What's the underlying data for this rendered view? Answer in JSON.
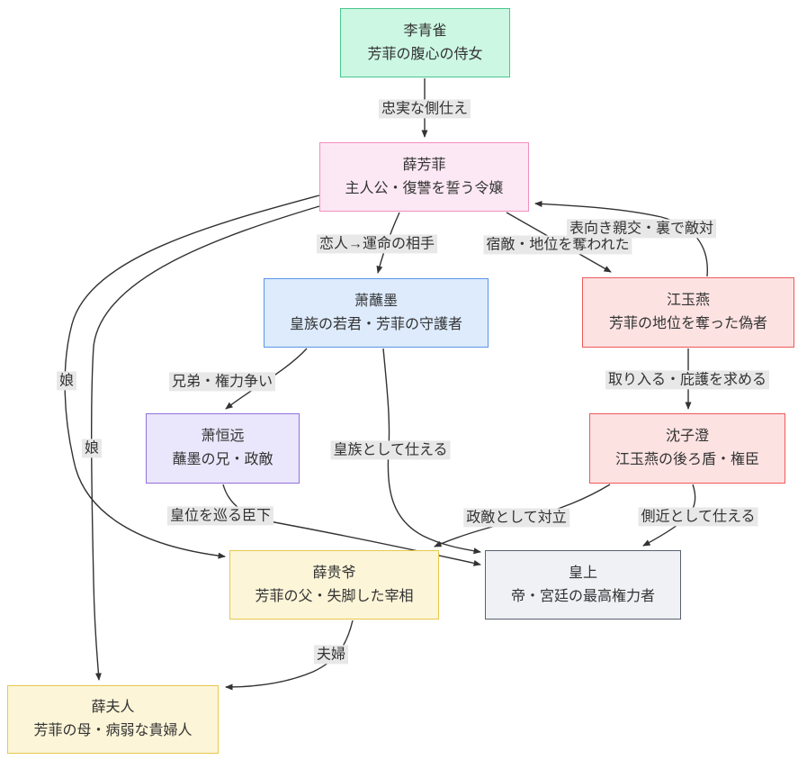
{
  "diagram": {
    "background": "#ffffff",
    "edge_color": "#333333",
    "edge_label_bg": "#e8e8e8",
    "text_color": "#333333",
    "nodes": [
      {
        "id": "li-qingque",
        "name": "李青雀",
        "description": "芳菲の腹心の侍女",
        "fill": "#ccf7e3",
        "border": "#48c78e"
      },
      {
        "id": "xue-fangfei",
        "name": "薛芳菲",
        "description": "主人公・復讐を誓う令嬢",
        "fill": "#fce8f4",
        "border": "#f090c0"
      },
      {
        "id": "xiao-zhanmo",
        "name": "萧蘸墨",
        "description": "皇族の若君・芳菲の守護者",
        "fill": "#ddebfd",
        "border": "#5996e8"
      },
      {
        "id": "jiang-yuyan",
        "name": "江玉燕",
        "description": "芳菲の地位を奪った偽者",
        "fill": "#fde2e2",
        "border": "#ef5959"
      },
      {
        "id": "xiao-hengyuan",
        "name": "萧恒远",
        "description": "蘸墨の兄・政敵",
        "fill": "#eae6fb",
        "border": "#9370db"
      },
      {
        "id": "shen-zicheng",
        "name": "沈子澄",
        "description": "江玉燕の後ろ盾・権臣",
        "fill": "#fde2e2",
        "border": "#ef5959"
      },
      {
        "id": "xue-guiye",
        "name": "薛贵爷",
        "description": "芳菲の父・失脚した宰相",
        "fill": "#fcf5d8",
        "border": "#e7c94c"
      },
      {
        "id": "huang-shang",
        "name": "皇上",
        "description": "帝・宮廷の最高権力者",
        "fill": "#eff1f4",
        "border": "#5a6170"
      },
      {
        "id": "xue-furen",
        "name": "薛夫人",
        "description": "芳菲の母・病弱な貴婦人",
        "fill": "#fcf5d8",
        "border": "#e7c94c"
      }
    ],
    "edges": [
      {
        "from": "李青雀",
        "to": "薛芳菲",
        "label": "忠実な側仕え"
      },
      {
        "from": "薛芳菲",
        "to": "萧蘸墨",
        "label": "恋人→運命の相手"
      },
      {
        "from": "薛芳菲",
        "to": "江玉燕",
        "label": "宿敵・地位を奪われた"
      },
      {
        "from": "江玉燕",
        "to": "薛芳菲",
        "label": "表向き親交・裏で敵対"
      },
      {
        "from": "萧蘸墨",
        "to": "萧恒远",
        "label": "兄弟・権力争い"
      },
      {
        "from": "江玉燕",
        "to": "沈子澄",
        "label": "取り入る・庇護を求める"
      },
      {
        "from": "萧蘸墨",
        "to": "皇上",
        "label": "皇族として仕える"
      },
      {
        "from": "萧恒远",
        "to": "皇上",
        "label": "皇位を巡る臣下"
      },
      {
        "from": "沈子澄",
        "to": "薛贵爷",
        "label": "政敵として対立"
      },
      {
        "from": "沈子澄",
        "to": "皇上",
        "label": "側近として仕える"
      },
      {
        "from": "薛芳菲",
        "to": "薛贵爷",
        "label": "娘"
      },
      {
        "from": "薛芳菲",
        "to": "薛夫人",
        "label": "娘"
      },
      {
        "from": "薛贵爷",
        "to": "薛夫人",
        "label": "夫婦"
      }
    ]
  }
}
